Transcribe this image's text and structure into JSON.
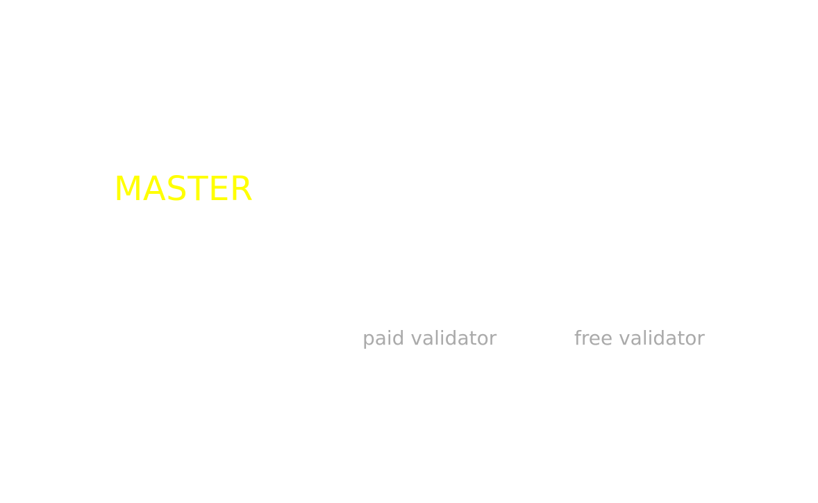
{
  "screen": {
    "background": "#ffffff"
  },
  "title": {
    "text": "MASTER",
    "color": "#ffff00"
  },
  "options": {
    "paid": {
      "label": "paid validator",
      "color": "#aaaaaa"
    },
    "free": {
      "label": "free validator",
      "color": "#aaaaaa"
    }
  }
}
